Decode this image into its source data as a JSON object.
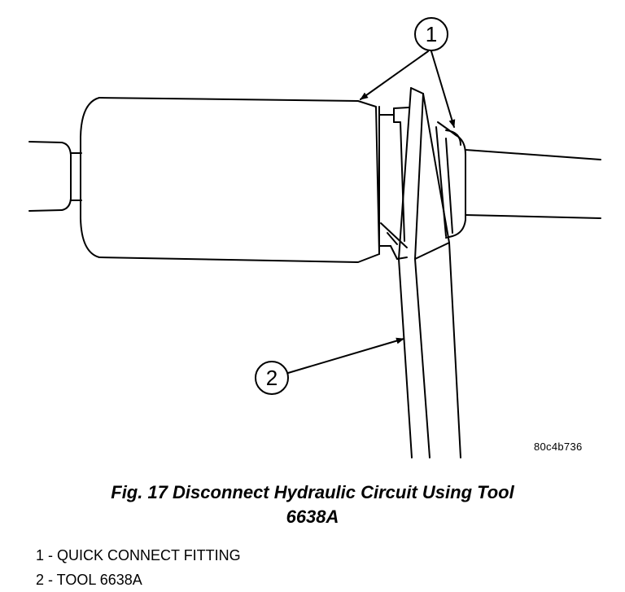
{
  "figure": {
    "callouts": [
      "1",
      "2"
    ],
    "reference_code": "80c4b736",
    "caption_line1": "Fig. 17 Disconnect Hydraulic Circuit Using Tool",
    "caption_line2": "6638A"
  },
  "legend": {
    "items": [
      "1 - QUICK CONNECT FITTING",
      "2 - TOOL 6638A"
    ]
  }
}
